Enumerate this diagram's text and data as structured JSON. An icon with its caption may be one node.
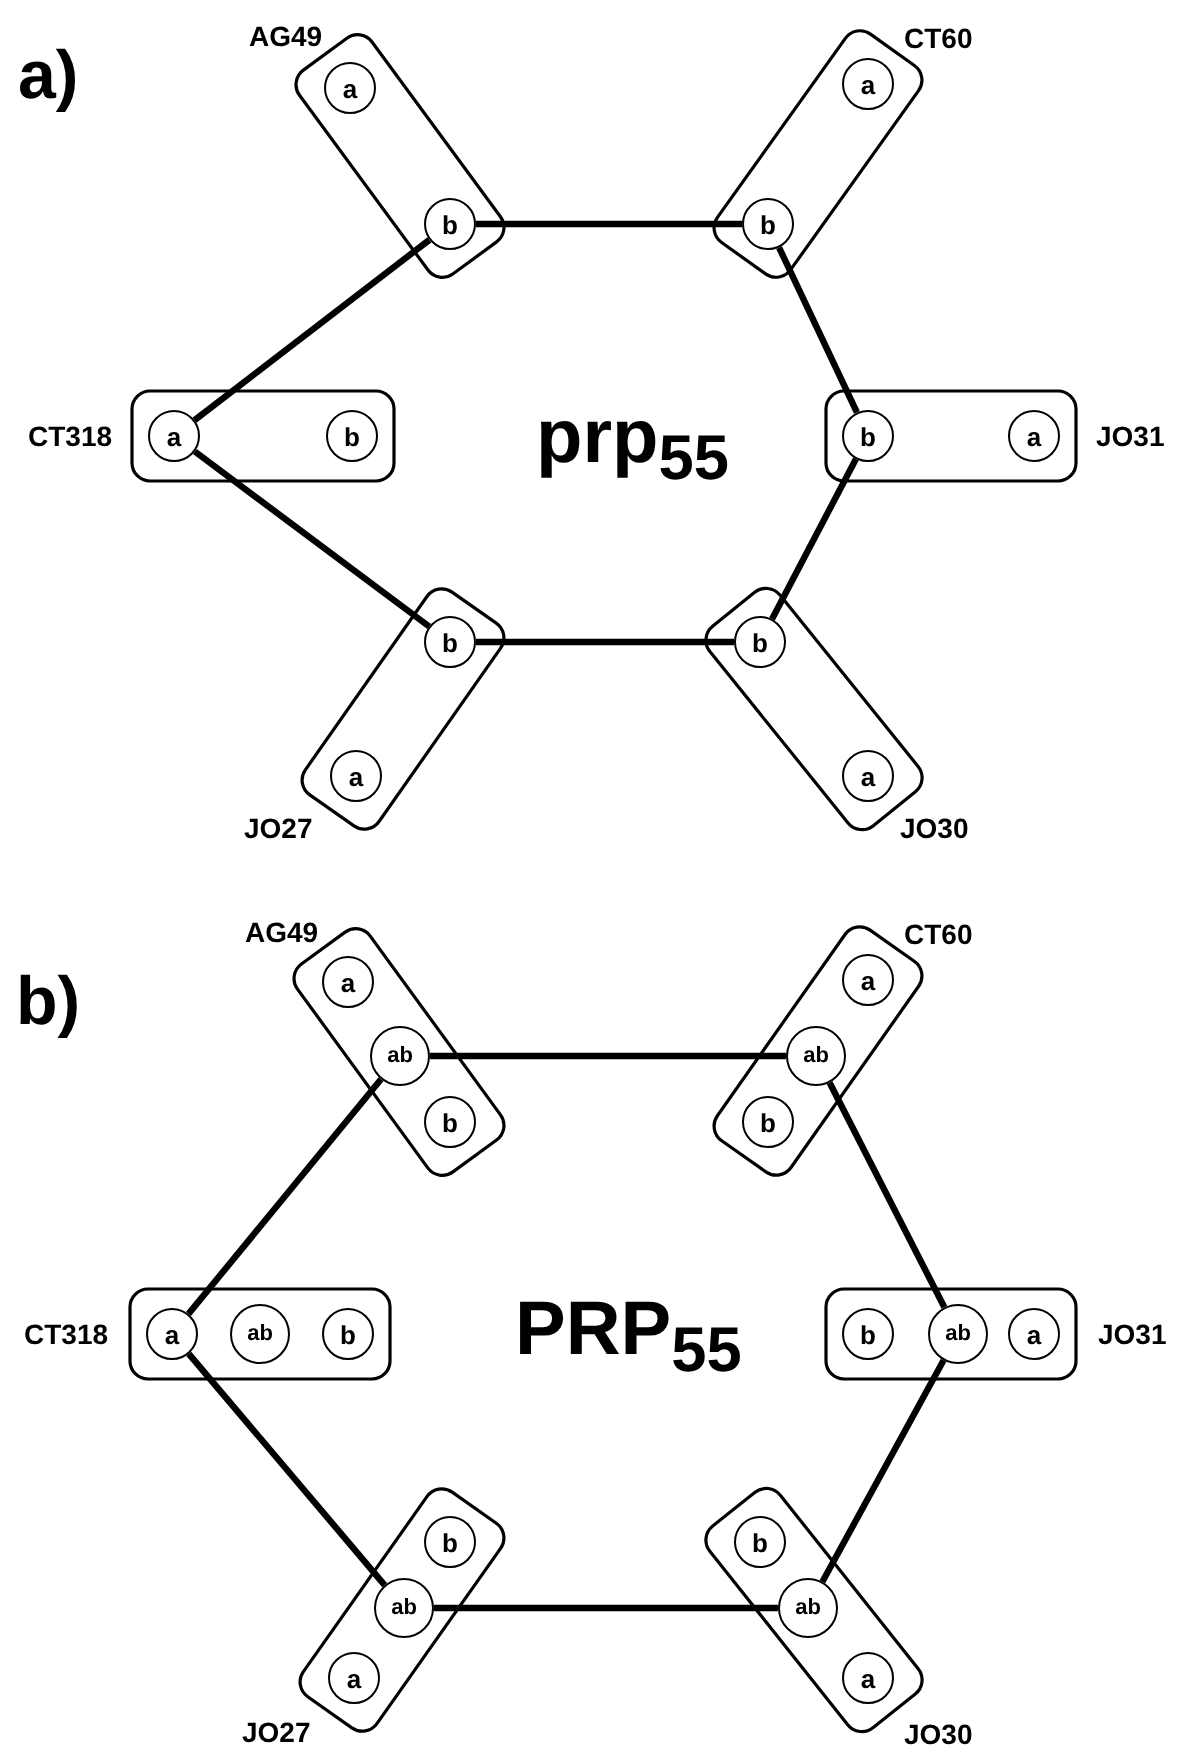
{
  "diagram": {
    "nodes": [
      {
        "text": [
          "AG49"
        ]
      },
      {
        "text": [
          "a"
        ],
        "in": 0
      },
      {
        "text": [
          "b"
        ],
        "in": 0
      },
      {
        "text": [
          "CT60"
        ]
      },
      {
        "text": [
          "a"
        ],
        "in": 3
      },
      {
        "text": [
          "b"
        ],
        "in": 3
      },
      {
        "text": [
          "CT318"
        ]
      },
      {
        "text": [
          "a"
        ],
        "in": 6
      },
      {
        "text": [
          "b"
        ],
        "in": 6
      },
      {
        "text": [
          "JO31"
        ]
      },
      {
        "text": [
          "b"
        ],
        "in": 9
      },
      {
        "text": [
          "a"
        ],
        "in": 9
      },
      {
        "text": [
          "JO27"
        ]
      },
      {
        "text": [
          "b"
        ],
        "in": 12
      },
      {
        "text": [
          "a"
        ],
        "in": 12
      },
      {
        "text": [
          "JO30"
        ]
      },
      {
        "text": [
          "b"
        ],
        "in": 15
      },
      {
        "text": [
          "a"
        ],
        "in": 15
      },
      {
        "text": [
          "AG49"
        ]
      },
      {
        "text": [
          "a"
        ],
        "in": 18
      },
      {
        "text": [
          "ab"
        ],
        "in": 18
      },
      {
        "text": [
          "b"
        ],
        "in": 18
      },
      {
        "text": [
          "CT60"
        ]
      },
      {
        "text": [
          "a"
        ],
        "in": 22
      },
      {
        "text": [
          "ab"
        ],
        "in": 22
      },
      {
        "text": [
          "b"
        ],
        "in": 22
      },
      {
        "text": [
          "CT318"
        ]
      },
      {
        "text": [
          "a"
        ],
        "in": 26
      },
      {
        "text": [
          "ab"
        ],
        "in": 26
      },
      {
        "text": [
          "b"
        ],
        "in": 26
      },
      {
        "text": [
          "JO31"
        ]
      },
      {
        "text": [
          "b"
        ],
        "in": 30
      },
      {
        "text": [
          "ab"
        ],
        "in": 30
      },
      {
        "text": [
          "a"
        ],
        "in": 30
      },
      {
        "text": [
          "JO27"
        ]
      },
      {
        "text": [
          "b"
        ],
        "in": 34
      },
      {
        "text": [
          "ab"
        ],
        "in": 34
      },
      {
        "text": [
          "a"
        ],
        "in": 34
      },
      {
        "text": [
          "JO30"
        ]
      },
      {
        "text": [
          "b"
        ],
        "in": 38
      },
      {
        "text": [
          "ab"
        ],
        "in": 38
      },
      {
        "text": [
          "a"
        ],
        "in": 38
      }
    ],
    "edges": [
      {
        "from": 2,
        "to": 5,
        "arrow": "none"
      },
      {
        "from": 5,
        "to": 10,
        "arrow": "none"
      },
      {
        "from": 10,
        "to": 16,
        "arrow": "none"
      },
      {
        "from": 16,
        "to": 13,
        "arrow": "none"
      },
      {
        "from": 13,
        "to": 7,
        "arrow": "none"
      },
      {
        "from": 7,
        "to": 2,
        "arrow": "none"
      },
      {
        "from": 20,
        "to": 24,
        "arrow": "none"
      },
      {
        "from": 24,
        "to": 32,
        "arrow": "none"
      },
      {
        "from": 32,
        "to": 40,
        "arrow": "none"
      },
      {
        "from": 40,
        "to": 36,
        "arrow": "none"
      },
      {
        "from": 36,
        "to": 27,
        "arrow": "none"
      },
      {
        "from": 27,
        "to": 20,
        "arrow": "none"
      }
    ],
    "labels": [
      "a)",
      "prp$_{55}$",
      "b)",
      "PRP$_{55}$"
    ]
  }
}
